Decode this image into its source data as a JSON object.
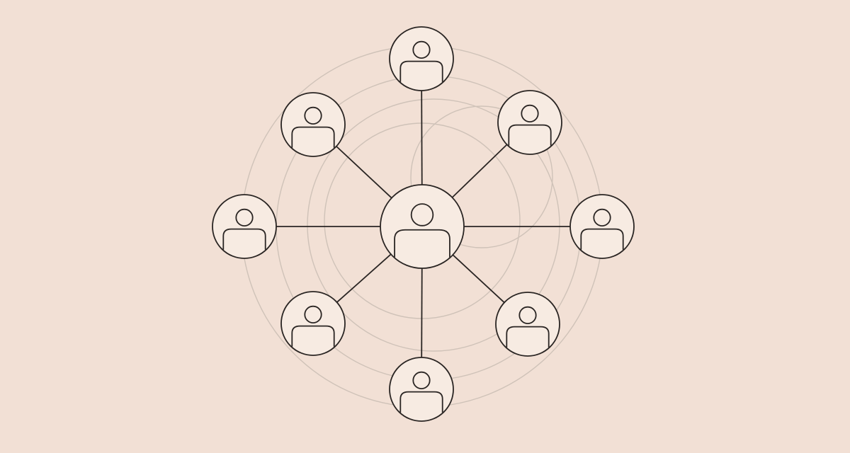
{
  "colors": {
    "background": "#f2e0d5",
    "node_fill": "#f7ebe2",
    "stroke": "#2a2523",
    "orbit": "#cfc2b8"
  },
  "diagram": {
    "hub": {
      "icon": "person-icon"
    },
    "nodes": [
      {
        "id": "top",
        "icon": "person-icon"
      },
      {
        "id": "top-right",
        "icon": "person-icon"
      },
      {
        "id": "right",
        "icon": "person-icon"
      },
      {
        "id": "bottom-right",
        "icon": "person-icon"
      },
      {
        "id": "bottom",
        "icon": "person-icon"
      },
      {
        "id": "bottom-left",
        "icon": "person-icon"
      },
      {
        "id": "left",
        "icon": "person-icon"
      },
      {
        "id": "top-left",
        "icon": "person-icon"
      }
    ]
  }
}
